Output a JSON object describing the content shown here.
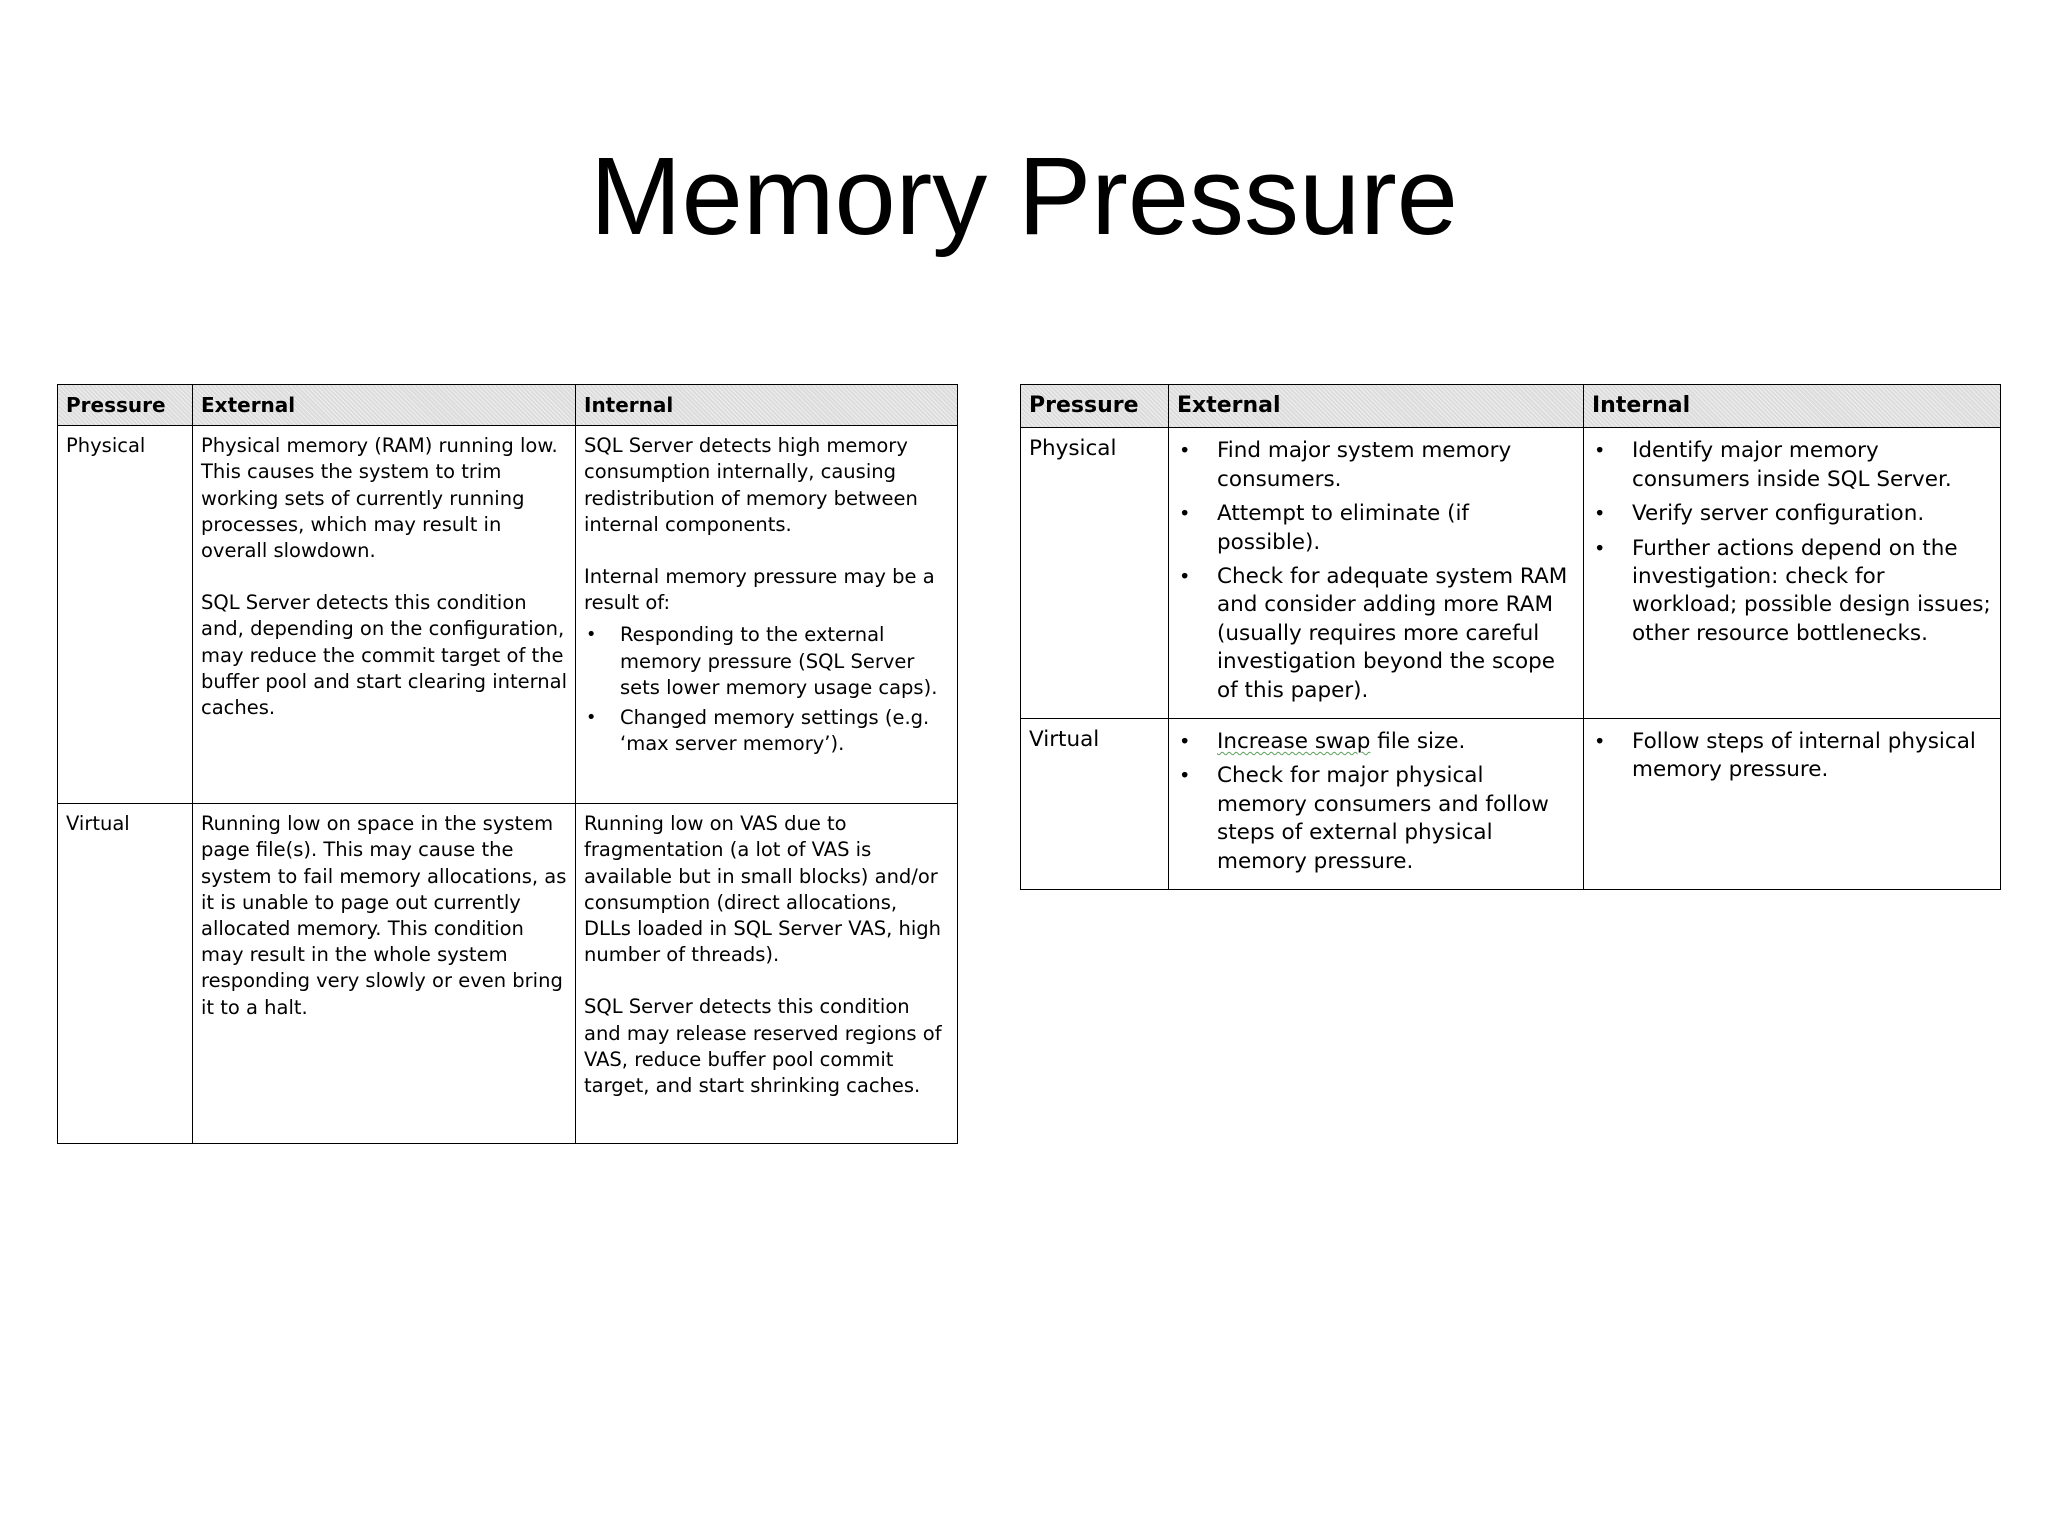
{
  "title": "Memory Pressure",
  "table1": {
    "headers": [
      "Pressure",
      "External",
      "Internal"
    ],
    "rows": [
      {
        "label": "Physical",
        "external": [
          "Physical memory (RAM) running low. This causes the system to trim working sets of currently running processes, which may result in overall slowdown.",
          "SQL Server detects this condition and, depending on the configuration, may reduce the commit target of the buffer pool and start clearing internal caches."
        ],
        "internal_para1": "SQL Server detects high memory consumption internally, causing redistribution of memory between internal components.",
        "internal_para2": "Internal memory pressure may be a result of:",
        "internal_bullets": [
          "Responding to the external memory pressure (SQL Server sets lower memory usage caps).",
          "Changed memory settings (e.g. ‘max server memory’)."
        ]
      },
      {
        "label": "Virtual",
        "external": [
          "Running low on space in the system page file(s). This may cause the system to fail memory allocations, as it is unable to page out currently allocated memory. This condition may result in the whole system responding very slowly or even bring it to a halt."
        ],
        "internal": [
          "Running low on VAS due to fragmentation (a lot of VAS is available but in small blocks) and/or consumption (direct allocations, DLLs loaded in SQL Server VAS, high number of threads).",
          "SQL Server detects this condition and may release reserved regions of VAS, reduce buffer pool commit target, and start shrinking caches."
        ]
      }
    ]
  },
  "table2": {
    "headers": [
      "Pressure",
      "External",
      "Internal"
    ],
    "rows": [
      {
        "label": "Physical",
        "external": [
          "Find major system memory consumers.",
          "Attempt to eliminate (if possible).",
          "Check for adequate system RAM and consider adding more RAM (usually requires more careful investigation beyond the scope of this paper)."
        ],
        "internal": [
          "Identify major memory consumers inside SQL Server.",
          "Verify server configuration.",
          "Further actions depend on the investigation: check for workload; possible design issues; other resource bottlenecks."
        ]
      },
      {
        "label": "Virtual",
        "external_first_underlined": "Increase swap",
        "external_first_rest": " file size.",
        "external_second": "Check for major physical memory consumers and follow steps of external physical memory pressure.",
        "internal": [
          "Follow steps of internal physical memory pressure."
        ]
      }
    ]
  }
}
